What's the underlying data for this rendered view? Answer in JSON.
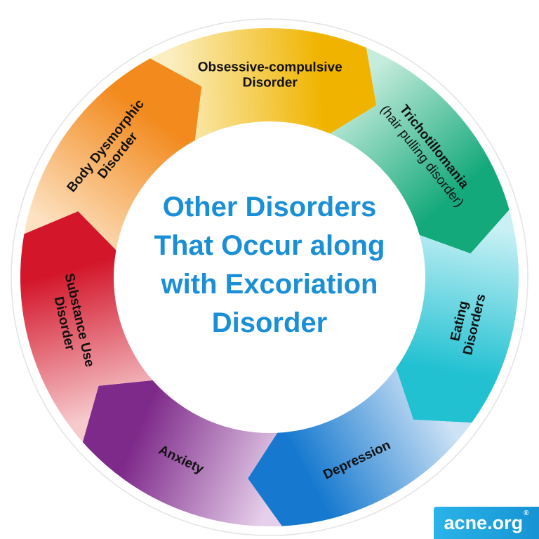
{
  "center": {
    "lines": [
      "Other Disorders",
      "That Occur along",
      "with Excoriation",
      "Disorder"
    ]
  },
  "segments": [
    {
      "lines": [
        "Body Dysmorphic",
        "Disorder"
      ],
      "color": "#f28a1e",
      "fade": "#fde2c2"
    },
    {
      "lines": [
        "Obsessive-compulsive",
        "Disorder"
      ],
      "color": "#f0b400",
      "fade": "#fbeec0"
    },
    {
      "lines": [
        "Trichotillomania",
        "(hair pulling disorder)"
      ],
      "color": "#14a97a",
      "fade": "#c6ecdd"
    },
    {
      "lines": [
        "Eating",
        "Disorders"
      ],
      "color": "#22c1d2",
      "fade": "#c9f1f5"
    },
    {
      "lines": [
        "Depression"
      ],
      "color": "#1679cf",
      "fade": "#cde2f5"
    },
    {
      "lines": [
        "Anxiety"
      ],
      "color": "#7e2a8a",
      "fade": "#e6cfea"
    },
    {
      "lines": [
        "Substance Use",
        "Disorder"
      ],
      "color": "#d3162a",
      "fade": "#f6c9cd"
    }
  ],
  "brand": {
    "text": "acne.org",
    "mark": "®"
  }
}
